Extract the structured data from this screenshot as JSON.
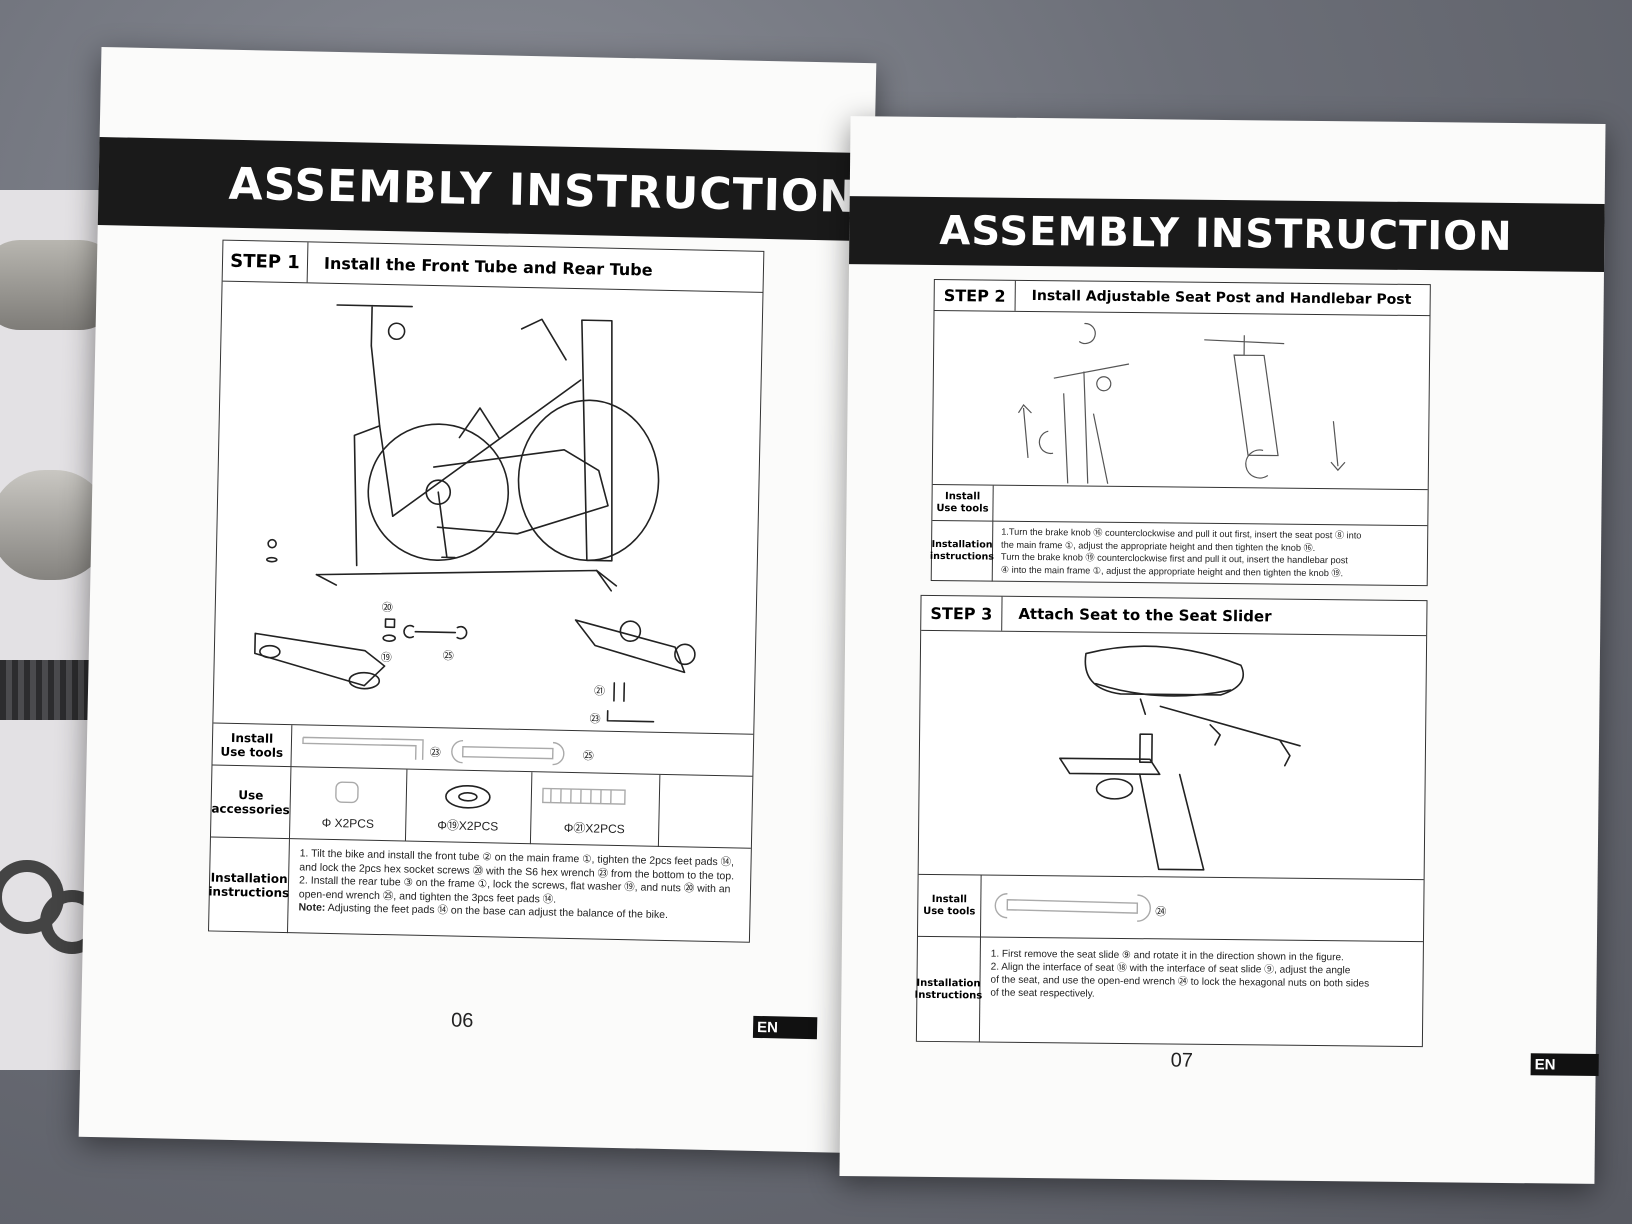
{
  "left_page": {
    "header": "ASSEMBLY INSTRUCTION",
    "step": {
      "number": "STEP 1",
      "title": "Install the Front Tube and Rear Tube",
      "callouts": [
        "⑳",
        "⑲",
        "㉕",
        "㉑",
        "㉓"
      ],
      "install_tools_label": "Install\nUse tools",
      "tool_callouts": [
        "㉓",
        "㉕"
      ],
      "accessories_label": "Use\naccessories",
      "accessories": [
        "Φ   X2PCS",
        "Φ⑲X2PCS",
        "Φ㉑X2PCS"
      ],
      "instructions_label": "Installation\ninstructions",
      "instructions": [
        "1. Tilt the bike and install the front tube ② on the main frame ①, tighten the 2pcs feet pads ⑭,",
        "and lock the 2pcs hex socket screws ⑳ with the S6 hex wrench ㉓ from the bottom to the top.",
        "2. Install the rear tube ③ on the frame ①, lock the screws, flat washer ⑲, and nuts ⑳ with an",
        "open-end wrench ㉕, and tighten the 3pcs feet pads ⑭.",
        "Adjusting the feet pads ⑭ on the base can adjust the balance of the bike."
      ],
      "note_label": "Note:"
    },
    "page_number": "06",
    "lang_tag": "EN"
  },
  "right_page": {
    "header": "ASSEMBLY INSTRUCTION",
    "step2": {
      "number": "STEP 2",
      "title": "Install Adjustable Seat Post and Handlebar Post",
      "install_tools_label": "Install\nUse tools",
      "instructions_label": "Installation\ninstructions",
      "instructions": [
        "1.Turn the brake knob ⑯ counterclockwise and pull it out first, insert the seat post ⑧ into",
        "the main frame ①, adjust the appropriate height and then tighten the knob ⑯.",
        "Turn the brake knob ⑲ counterclockwise first and pull it out, insert the handlebar post",
        "④ into the main frame ①, adjust the appropriate height and then tighten the knob ⑲."
      ]
    },
    "step3": {
      "number": "STEP 3",
      "title": "Attach Seat to the Seat Slider",
      "install_tools_label": "Install\nUse tools",
      "tool_callout": "㉔",
      "instructions_label": "Installation\nInstructions",
      "instructions": [
        "1. First remove the seat slide ⑨ and rotate it in the direction shown in the figure.",
        "2. Align the interface of seat ⑱ with the interface of seat slide ⑨, adjust the angle",
        "of the seat, and use the open-end wrench ㉔ to lock the hexagonal nuts on both sides",
        "of the seat respectively."
      ]
    },
    "page_number": "07",
    "lang_tag": "EN"
  }
}
